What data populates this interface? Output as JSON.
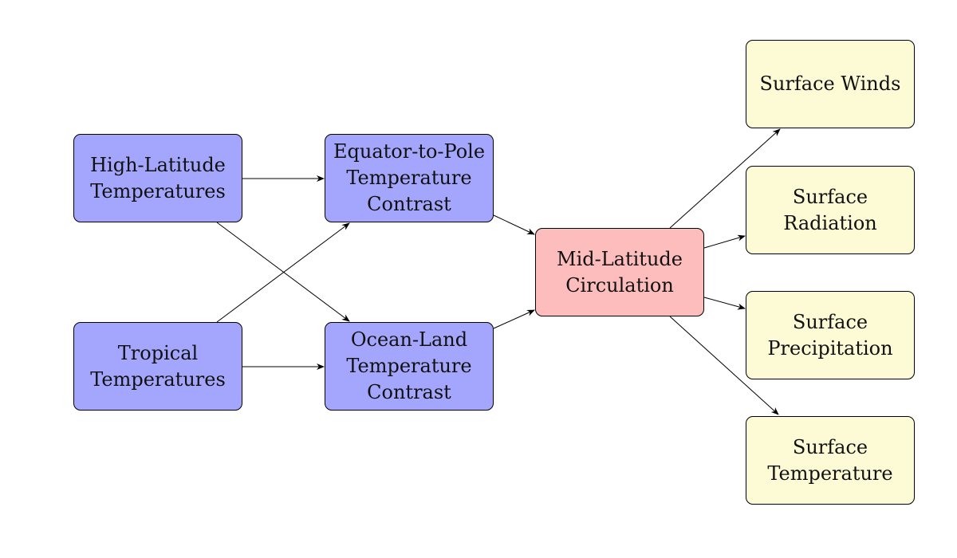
{
  "nodes": {
    "high_latitude": {
      "line1": "High-Latitude",
      "line2": "Temperatures",
      "color": "#a3a6fc"
    },
    "tropical": {
      "line1": "Tropical",
      "line2": "Temperatures",
      "color": "#a3a6fc"
    },
    "equator_to_pole": {
      "line1": "Equator-to-Pole",
      "line2": "Temperature",
      "line3": "Contrast",
      "color": "#a3a6fc"
    },
    "ocean_land": {
      "line1": "Ocean-Land",
      "line2": "Temperature",
      "line3": "Contrast",
      "color": "#a3a6fc"
    },
    "mid_latitude": {
      "line1": "Mid-Latitude",
      "line2": "Circulation",
      "color": "#fdbdbd"
    },
    "surface_winds": {
      "line1": "Surface Winds",
      "color": "#fdfbd6"
    },
    "surface_radiation": {
      "line1": "Surface",
      "line2": "Radiation",
      "color": "#fdfbd6"
    },
    "surface_precipitation": {
      "line1": "Surface",
      "line2": "Precipitation",
      "color": "#fdfbd6"
    },
    "surface_temperature": {
      "line1": "Surface",
      "line2": "Temperature",
      "color": "#fdfbd6"
    }
  },
  "edges": [
    {
      "from": "high_latitude",
      "to": "equator_to_pole"
    },
    {
      "from": "high_latitude",
      "to": "ocean_land"
    },
    {
      "from": "tropical",
      "to": "equator_to_pole"
    },
    {
      "from": "tropical",
      "to": "ocean_land"
    },
    {
      "from": "equator_to_pole",
      "to": "mid_latitude"
    },
    {
      "from": "ocean_land",
      "to": "mid_latitude"
    },
    {
      "from": "mid_latitude",
      "to": "surface_winds"
    },
    {
      "from": "mid_latitude",
      "to": "surface_radiation"
    },
    {
      "from": "mid_latitude",
      "to": "surface_precipitation"
    },
    {
      "from": "mid_latitude",
      "to": "surface_temperature"
    }
  ]
}
